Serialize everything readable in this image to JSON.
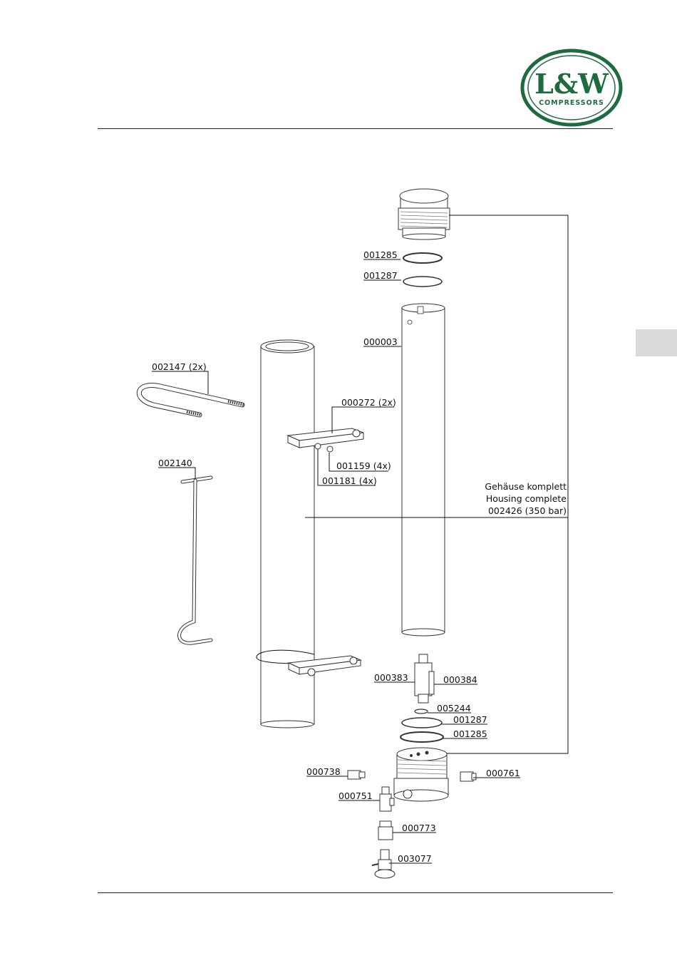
{
  "logo": {
    "brand_main": "L&W",
    "brand_sub": "COMPRESSORS",
    "color": "#1e6b3f"
  },
  "side_tab_color": "#d9d9d9",
  "parts": {
    "p001285_top": "001285",
    "p001287_top": "001287",
    "p000003": "000003",
    "p002147": "002147 (2x)",
    "p000272": "000272 (2x)",
    "p001159": "001159 (4x)",
    "p001181": "001181 (4x)",
    "p002140": "002140",
    "p000383": "000383",
    "p000384": "000384",
    "p005244": "005244",
    "p001287_bottom": "001287",
    "p001285_bottom": "001285",
    "p000738": "000738",
    "p000761": "000761",
    "p000751": "000751",
    "p000773": "000773",
    "p003077": "003077"
  },
  "housing": {
    "line1": "Gehäuse komplett",
    "line2": "Housing complete",
    "line3": "002426 (350 bar)"
  }
}
